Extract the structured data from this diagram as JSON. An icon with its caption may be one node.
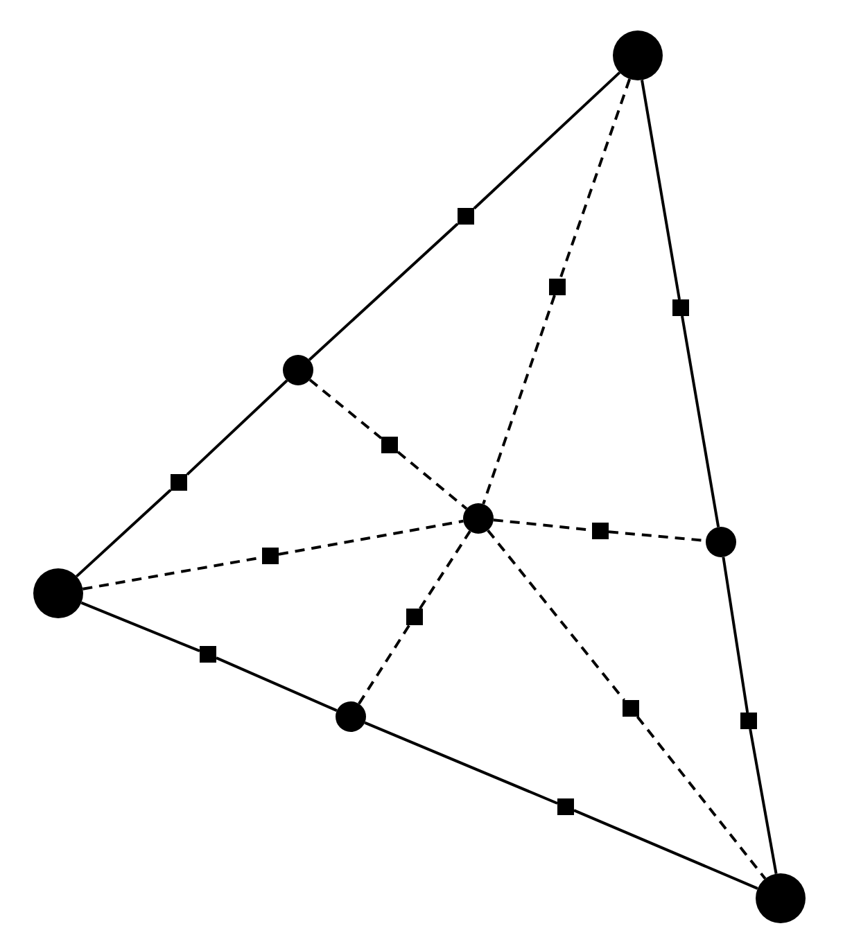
{
  "diagram": {
    "nodes": [
      {
        "text": [],
        "shape": "circle"
      },
      {
        "text": [],
        "shape": "box"
      },
      {
        "text": [],
        "shape": "box"
      },
      {
        "text": [],
        "shape": "box"
      },
      {
        "text": [],
        "shape": "circle"
      },
      {
        "text": [],
        "shape": "box"
      },
      {
        "text": [],
        "shape": "box"
      },
      {
        "text": [],
        "shape": "circle"
      },
      {
        "text": [],
        "shape": "box"
      },
      {
        "text": [],
        "shape": "circle"
      },
      {
        "text": [],
        "shape": "box"
      },
      {
        "text": [],
        "shape": "circle"
      },
      {
        "text": [],
        "shape": "box"
      },
      {
        "text": [],
        "shape": "box"
      },
      {
        "text": [],
        "shape": "box"
      },
      {
        "text": [],
        "shape": "circle"
      },
      {
        "text": [],
        "shape": "box"
      },
      {
        "text": [],
        "shape": "box"
      },
      {
        "text": [],
        "shape": "circle"
      }
    ],
    "edges": [
      {
        "from": 0,
        "to": 1,
        "arrow": "none"
      },
      {
        "from": 1,
        "to": 4,
        "arrow": "none"
      },
      {
        "from": 4,
        "to": 6,
        "arrow": "none"
      },
      {
        "from": 6,
        "to": 11,
        "arrow": "none"
      },
      {
        "from": 11,
        "to": 13,
        "arrow": "none"
      },
      {
        "from": 13,
        "to": 15,
        "arrow": "none"
      },
      {
        "from": 15,
        "to": 17,
        "arrow": "none"
      },
      {
        "from": 17,
        "to": 18,
        "arrow": "none"
      },
      {
        "from": 0,
        "to": 3,
        "arrow": "none"
      },
      {
        "from": 3,
        "to": 9,
        "arrow": "none"
      },
      {
        "from": 9,
        "to": 16,
        "arrow": "none"
      },
      {
        "from": 16,
        "to": 18,
        "arrow": "none"
      },
      {
        "from": 0,
        "to": 2,
        "arrow": "none",
        "style": "dashed"
      },
      {
        "from": 2,
        "to": 7,
        "arrow": "none",
        "style": "dashed"
      },
      {
        "from": 4,
        "to": 5,
        "arrow": "none",
        "style": "dashed"
      },
      {
        "from": 5,
        "to": 7,
        "arrow": "none",
        "style": "dashed"
      },
      {
        "from": 11,
        "to": 10,
        "arrow": "none",
        "style": "dashed"
      },
      {
        "from": 10,
        "to": 7,
        "arrow": "none",
        "style": "dashed"
      },
      {
        "from": 15,
        "to": 12,
        "arrow": "none",
        "style": "dashed"
      },
      {
        "from": 12,
        "to": 7,
        "arrow": "none",
        "style": "dashed"
      },
      {
        "from": 7,
        "to": 14,
        "arrow": "none",
        "style": "dashed"
      },
      {
        "from": 14,
        "to": 18,
        "arrow": "none",
        "style": "dashed"
      },
      {
        "from": 7,
        "to": 8,
        "arrow": "none",
        "style": "dashed"
      },
      {
        "from": 8,
        "to": 9,
        "arrow": "none",
        "style": "dashed"
      }
    ]
  }
}
